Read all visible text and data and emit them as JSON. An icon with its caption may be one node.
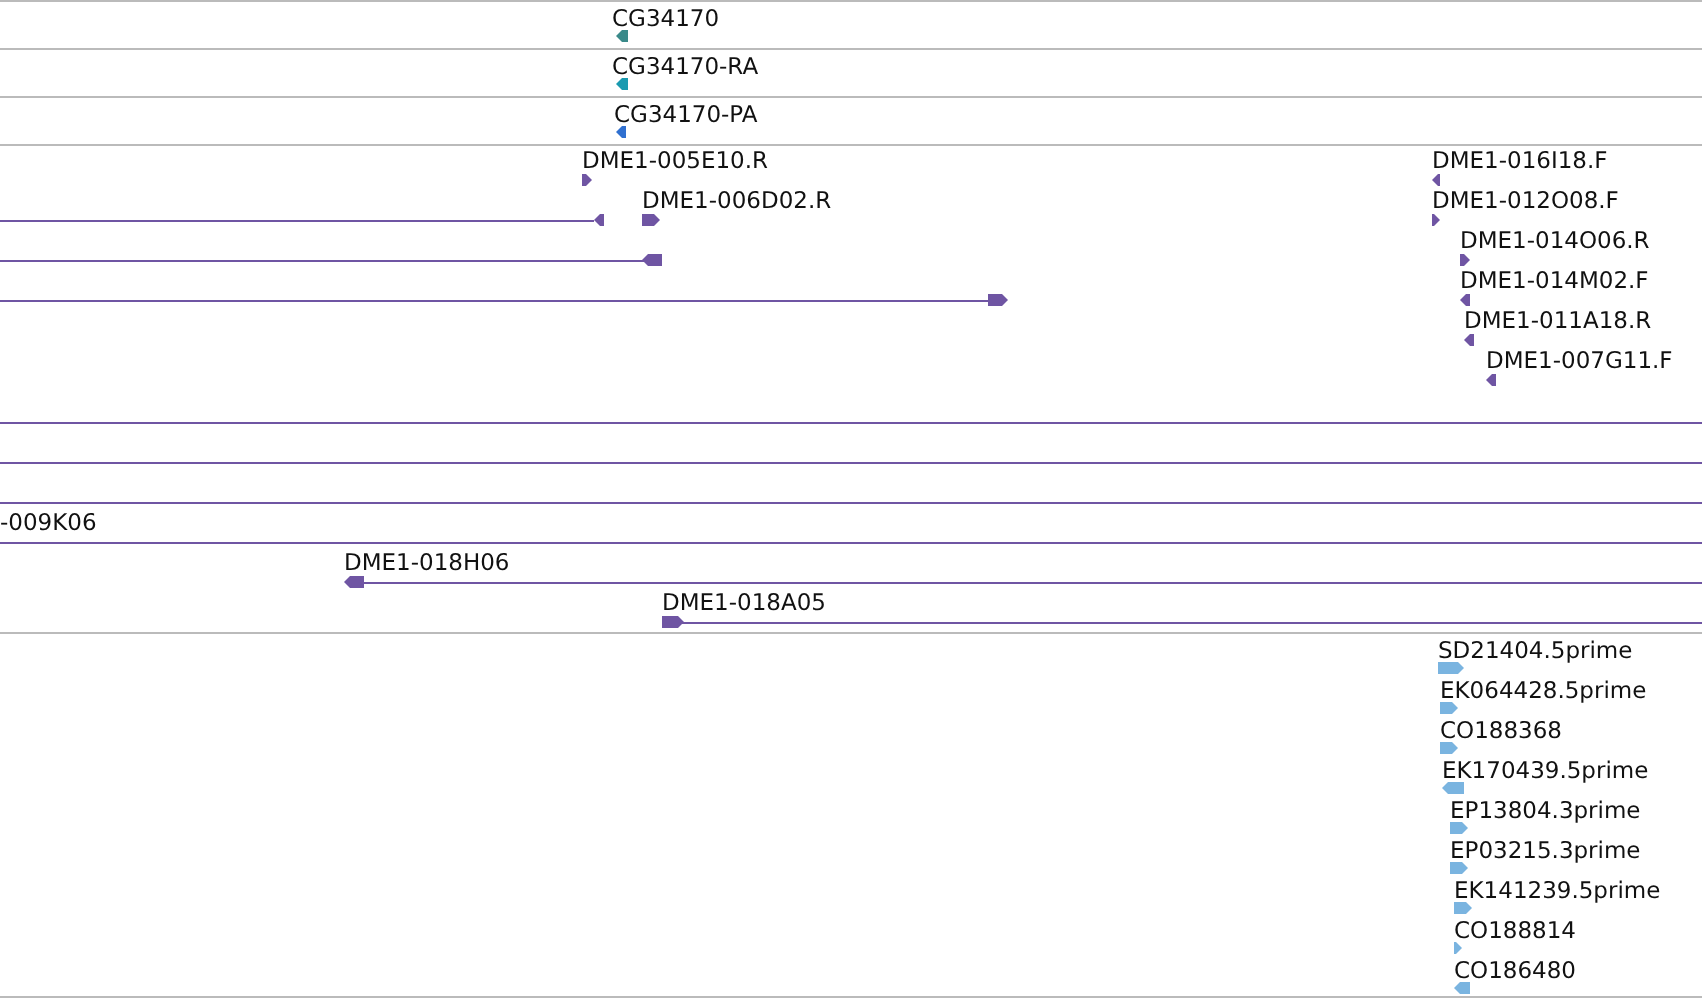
{
  "diagram": {
    "labels": [
      "CG34170",
      "CG34170-RA",
      "CG34170-PA",
      "DME1-005E10.R",
      "DME1-016I18.F",
      "DME1-006D02.R",
      "DME1-012O08.F",
      "DME1-014O06.R",
      "DME1-014M02.F",
      "DME1-011A18.R",
      "DME1-007G11.F",
      "-009K06",
      "DME1-018H06",
      "DME1-018A05",
      "SD21404.5prime",
      "EK064428.5prime",
      "CO188368",
      "EK170439.5prime",
      "EP13804.3prime",
      "EP03215.3prime",
      "EK141239.5prime",
      "CO188814",
      "CO186480"
    ]
  }
}
